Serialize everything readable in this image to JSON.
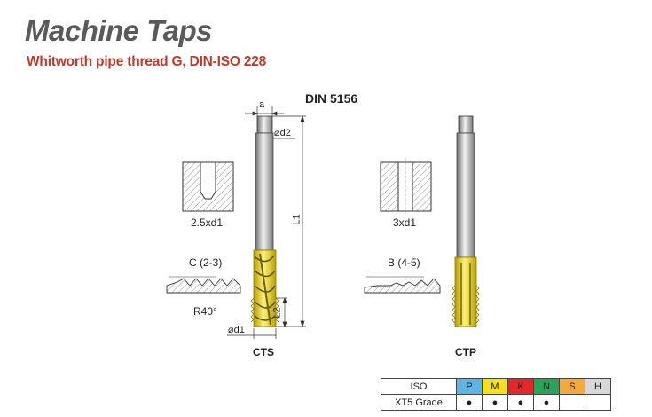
{
  "header": {
    "title": "Machine Taps",
    "subtitle": "Whitworth pipe thread G, DIN-ISO 228",
    "standard": "DIN 5156"
  },
  "left_tool": {
    "name": "CTS",
    "hole_label": "2.5xd1",
    "chamfer_label": "C (2-3)",
    "angle_label": "R40°",
    "dim_a": "a",
    "dim_d2": "⌀d2",
    "dim_L1": "L1",
    "dim_L2": "L2",
    "dim_d1": "⌀d1"
  },
  "right_tool": {
    "name": "CTP",
    "hole_label": "3xd1",
    "chamfer_label": "B (4-5)"
  },
  "iso_table": {
    "header_label": "ISO",
    "row_label": "XT5 Grade",
    "groups": [
      {
        "code": "P",
        "color": "#5bb6e6",
        "mark": "●"
      },
      {
        "code": "M",
        "color": "#f5e21a",
        "mark": "●"
      },
      {
        "code": "K",
        "color": "#e8262a",
        "mark": "●"
      },
      {
        "code": "N",
        "color": "#27a35a",
        "mark": "●"
      },
      {
        "code": "S",
        "color": "#f6a93b",
        "mark": ""
      },
      {
        "code": "H",
        "color": "#d8d8d8",
        "mark": ""
      }
    ]
  },
  "colors": {
    "title": "#5a5a5a",
    "subtitle": "#c0392b",
    "coating": "#e3c81a",
    "shank": "#9a9a9a"
  }
}
